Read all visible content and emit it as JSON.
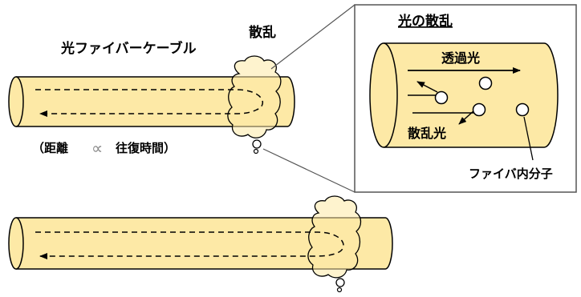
{
  "labels": {
    "cable": "光ファイバーケーブル",
    "scatter": "散乱",
    "distance_prefix": "（距離",
    "proportional_symbol": "∝",
    "distance_suffix": "往復時間）",
    "panel_title": "光の散乱",
    "transmitted_light": "透過光",
    "scattered_light": "散乱光",
    "fiber_molecule": "ファイバ内分子"
  },
  "colors": {
    "fiber_fill": "#fde9a6",
    "outline": "#000000",
    "background": "#ffffff"
  }
}
